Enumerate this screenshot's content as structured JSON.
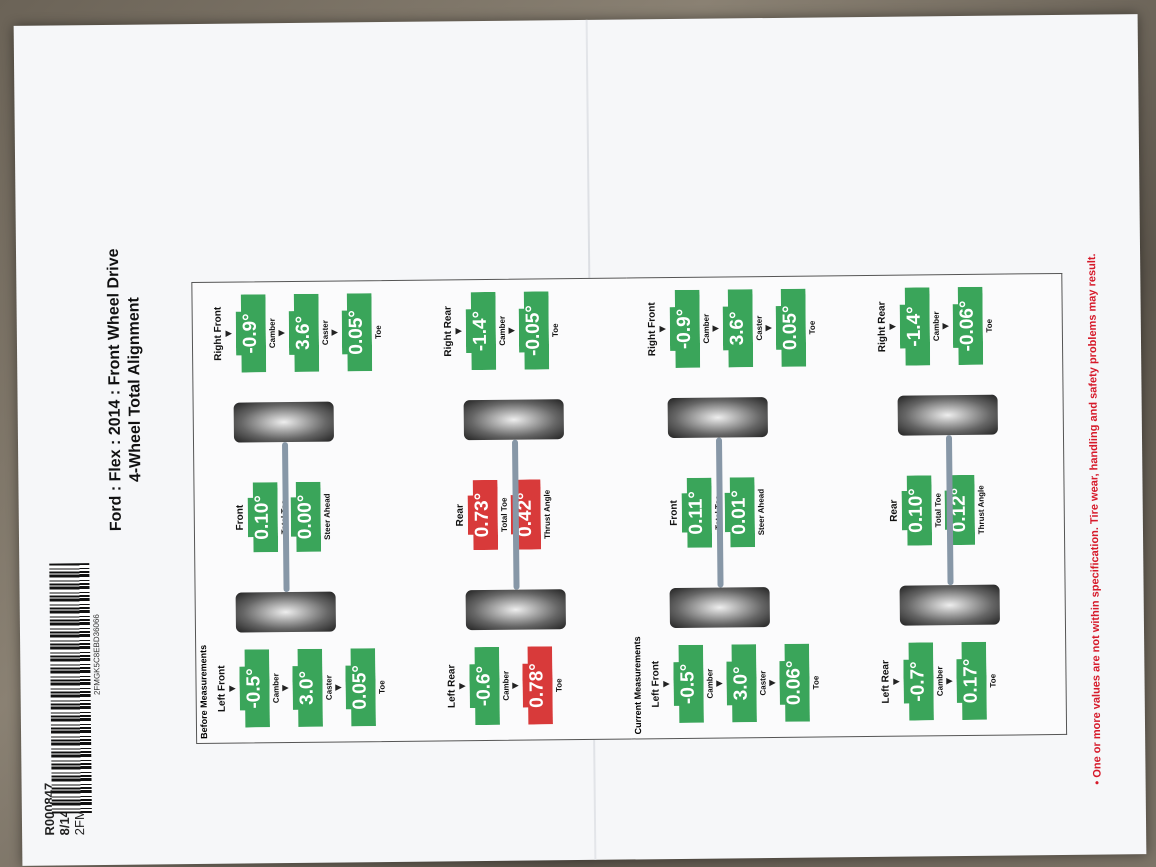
{
  "header": {
    "ro": "R000847",
    "datetime": "8/14/26 11:03 AM",
    "vin": "2FMGK5C8EBD36066",
    "barcode_text": "2FMGK5C8EBD36066",
    "title_line1": "Ford : Flex : 2014 : Front Wheel Drive",
    "title_line2": "4-Wheel Total Alignment"
  },
  "before": {
    "label": "Before Measurements",
    "left_front": {
      "title": "Left Front",
      "camber": "-0.5°",
      "caster": "3.0°",
      "toe": "0.05°",
      "camber_lbl": "Camber",
      "caster_lbl": "Caster",
      "toe_lbl": "Toe"
    },
    "right_front": {
      "title": "Right Front",
      "camber": "-0.9°",
      "caster": "3.6°",
      "toe": "0.05°",
      "camber_lbl": "Camber",
      "caster_lbl": "Caster",
      "toe_lbl": "Toe"
    },
    "front_total": {
      "title": "Front",
      "total_toe": "0.10°",
      "total_lbl": "Total Toe",
      "steer": "0.00°",
      "steer_lbl": "Steer Ahead"
    },
    "left_rear": {
      "title": "Left Rear",
      "camber": "-0.6°",
      "toe": "0.78°",
      "camber_lbl": "Camber",
      "toe_lbl": "Toe"
    },
    "right_rear": {
      "title": "Right Rear",
      "camber": "-1.4°",
      "toe": "-0.05°",
      "camber_lbl": "Camber",
      "toe_lbl": "Toe"
    },
    "rear_total": {
      "title": "Rear",
      "total_toe": "0.73°",
      "total_lbl": "Total Toe",
      "thrust": "0.42°",
      "thrust_lbl": "Thrust Angle"
    }
  },
  "current": {
    "label": "Current Measurements",
    "left_front": {
      "title": "Left Front",
      "camber": "-0.5°",
      "caster": "3.0°",
      "toe": "0.06°",
      "camber_lbl": "Camber",
      "caster_lbl": "Caster",
      "toe_lbl": "Toe"
    },
    "right_front": {
      "title": "Right Front",
      "camber": "-0.9°",
      "caster": "3.6°",
      "toe": "0.05°",
      "camber_lbl": "Camber",
      "caster_lbl": "Caster",
      "toe_lbl": "Toe"
    },
    "front_total": {
      "title": "Front",
      "total_toe": "0.11°",
      "total_lbl": "Total Toe",
      "steer": "0.01°",
      "steer_lbl": "Steer Ahead"
    },
    "left_rear": {
      "title": "Left Rear",
      "camber": "-0.7°",
      "toe": "0.17°",
      "camber_lbl": "Camber",
      "toe_lbl": "Toe"
    },
    "right_rear": {
      "title": "Right Rear",
      "camber": "-1.4°",
      "toe": "-0.06°",
      "camber_lbl": "Camber",
      "toe_lbl": "Toe"
    },
    "rear_total": {
      "title": "Rear",
      "total_toe": "0.10°",
      "total_lbl": "Total Toe",
      "thrust": "0.12°",
      "thrust_lbl": "Thrust Angle"
    }
  },
  "footer": "•   One or more values are not within specification.  Tire wear, handling and safety problems may result.",
  "colors": {
    "in_spec": "#3aa55a",
    "out_spec": "#d83a3a",
    "warning": "#d61a2a"
  }
}
